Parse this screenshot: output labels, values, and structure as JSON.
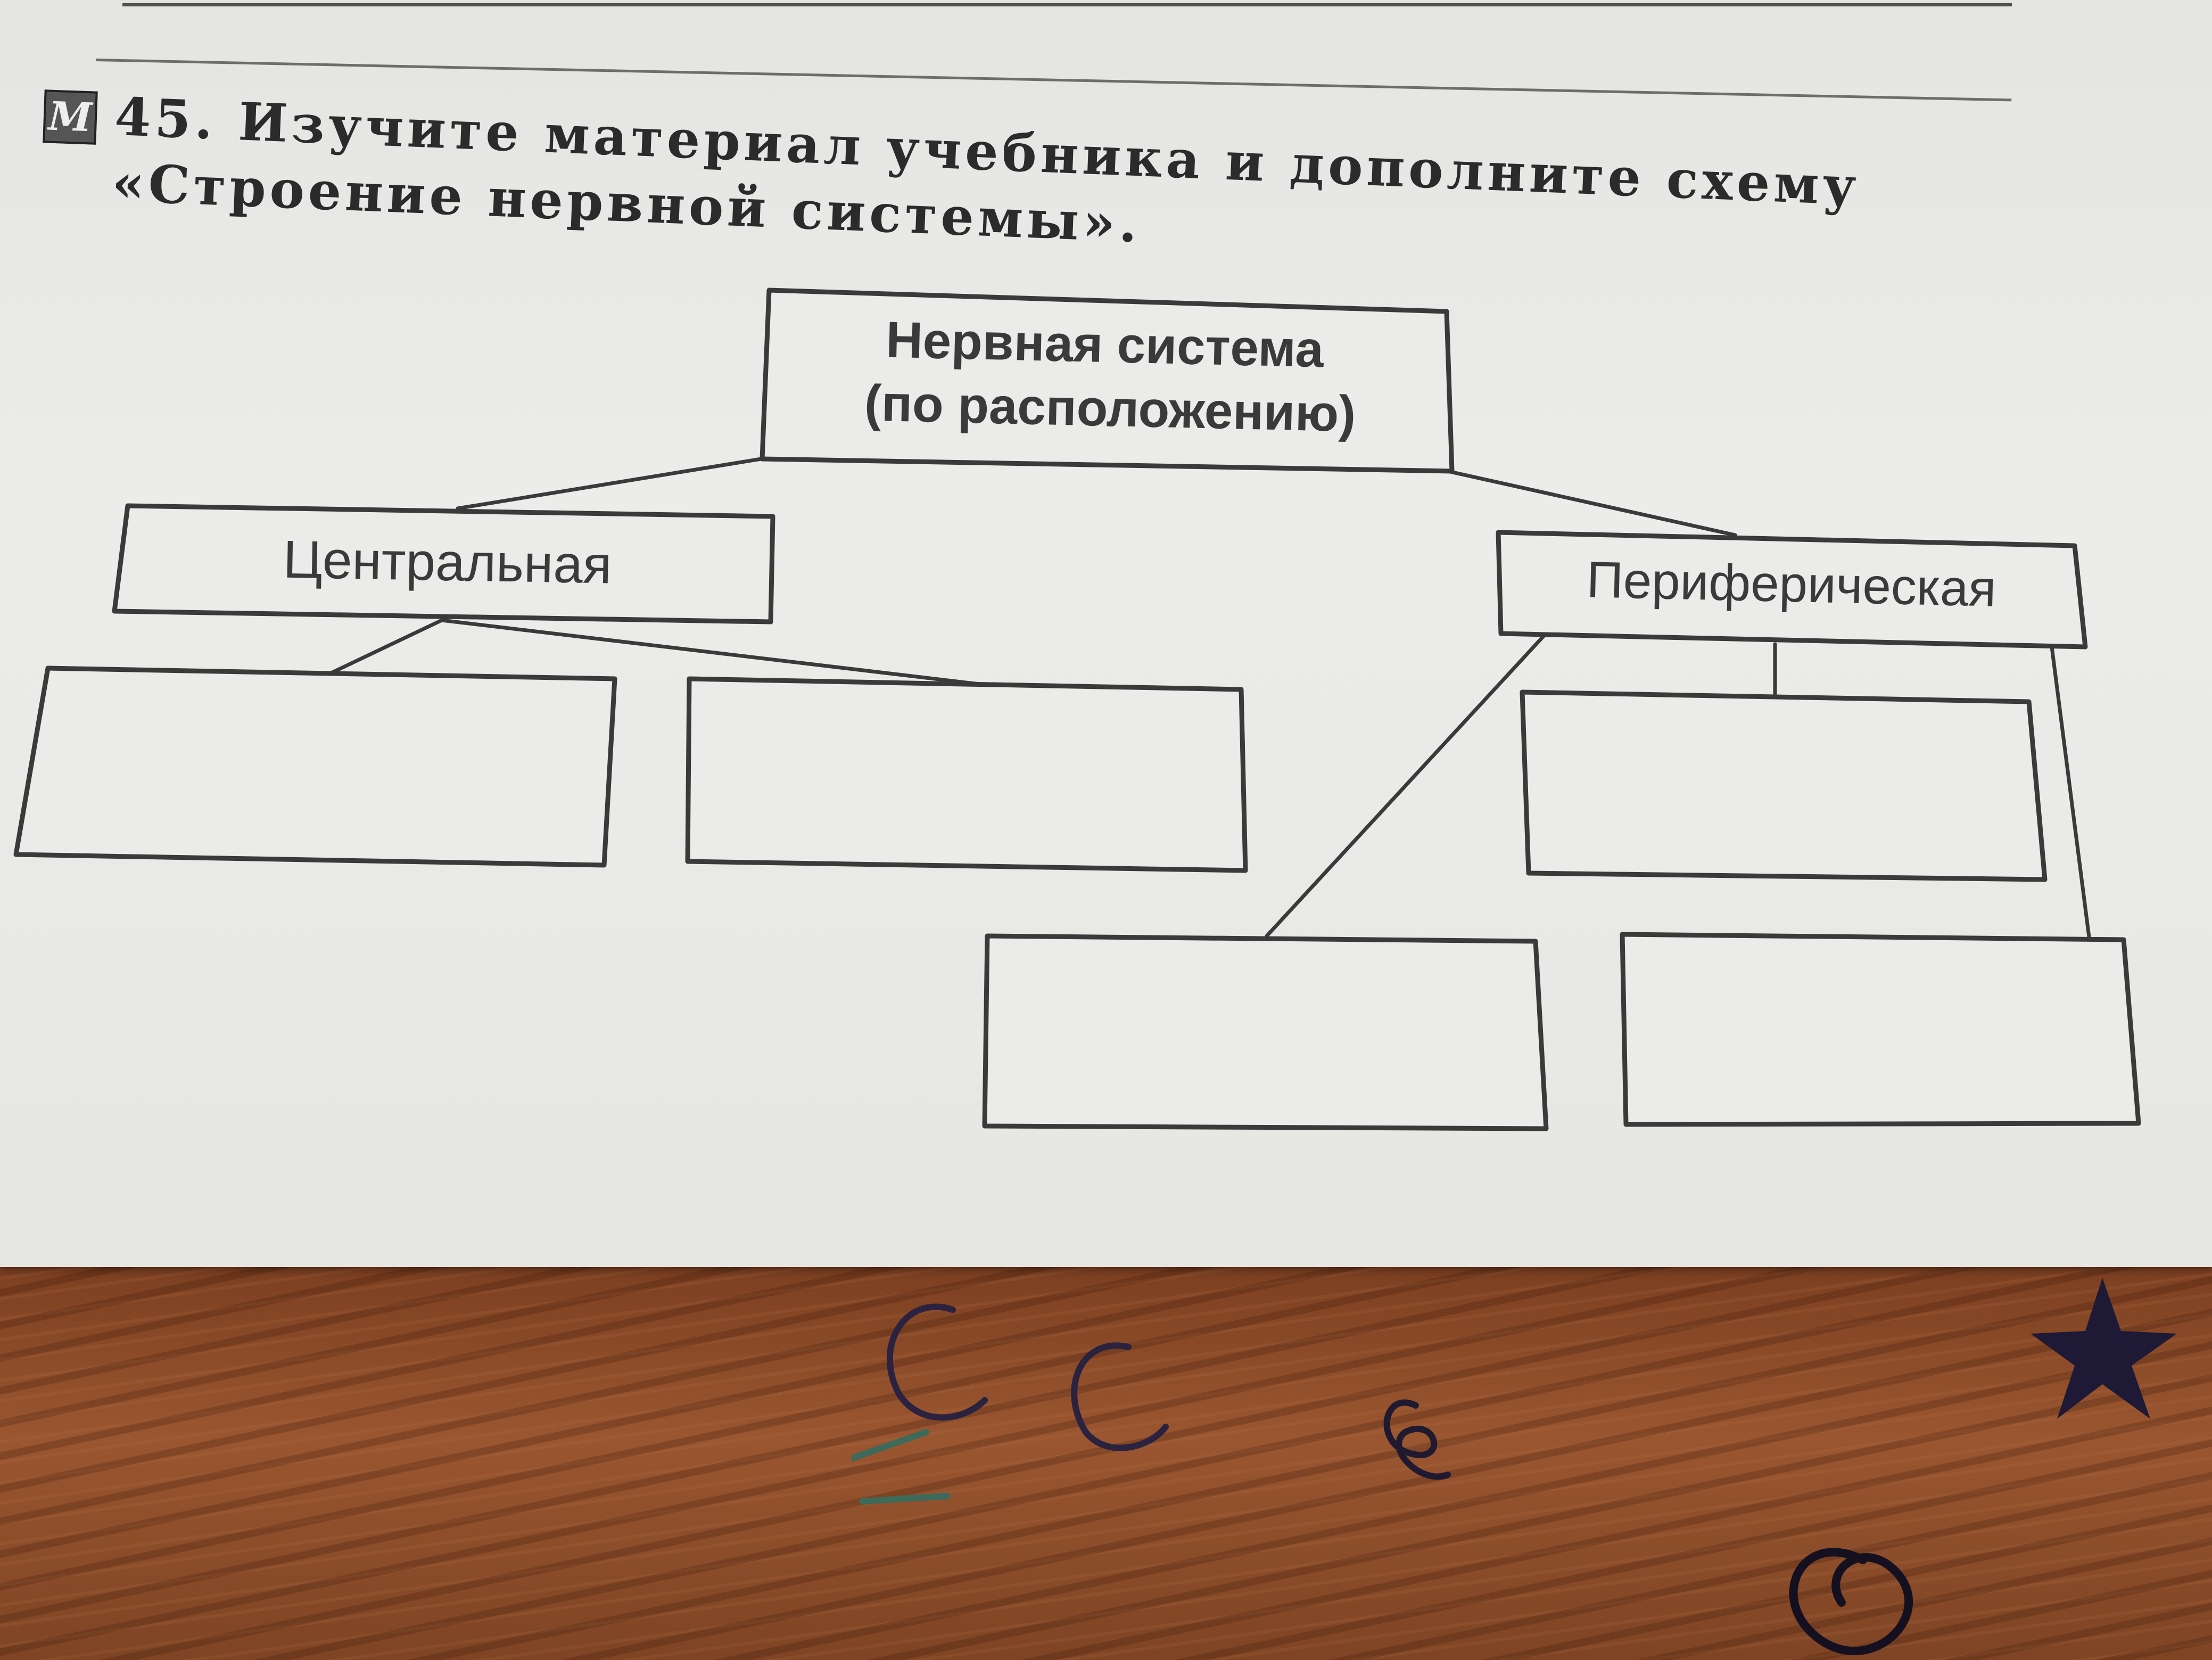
{
  "task": {
    "marker": "М",
    "number": "45.",
    "text": "Изучите материал учебника и дополните схему «Строение нервной системы»."
  },
  "diagram": {
    "root": {
      "line1": "Нервная система",
      "line2": "(по расположению)"
    },
    "central": "Центральная",
    "peripheral": "Периферическая",
    "blank_boxes": [
      "",
      "",
      "",
      "",
      ""
    ]
  },
  "colors": {
    "paper": "#e8e8e6",
    "ink": "#3a3a3a",
    "desk": "#8a4a28"
  }
}
